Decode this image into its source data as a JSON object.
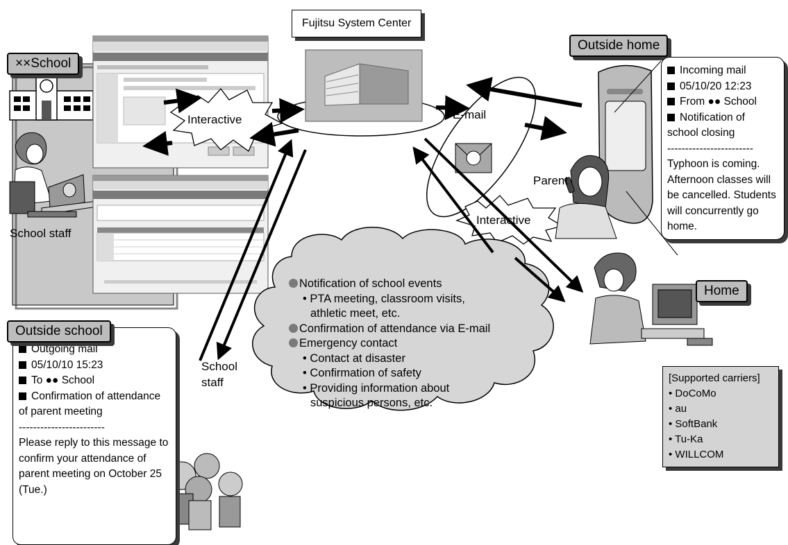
{
  "center": {
    "title": "Fujitsu System Center"
  },
  "school": {
    "label": "××School",
    "staff_label": "School staff"
  },
  "outside_school": {
    "label": "Outside school",
    "message": {
      "lines": [
        "Outgoing mail",
        "05/10/10 15:23",
        "To ●● School",
        "Confirmation of attendance of parent meeting"
      ],
      "separator": "------------------------",
      "body": "Please reply to this message to confirm your attendance of parent meeting on October 25 (Tue.)"
    }
  },
  "outside_home": {
    "label": "Outside home",
    "message": {
      "lines": [
        "Incoming mail",
        "05/10/20 12:23",
        "From ●● School",
        "Notification of school closing"
      ],
      "separator": "------------------------",
      "body": "Typhoon is coming. Afternoon classes will be cancelled. Students will concurrently go home."
    }
  },
  "home": {
    "label": "Home"
  },
  "labels": {
    "interactive_left": "Interactive",
    "interactive_right": "Interactive",
    "email": "E-mail",
    "parent": "Parent",
    "school_staff_line1": "School",
    "school_staff_line2": "staff"
  },
  "features": {
    "items": [
      {
        "title": "Notification of school events",
        "subs": [
          "PTA meeting, classroom visits,",
          "athletic meet, etc."
        ]
      },
      {
        "title": "Confirmation of attendance via E-mail",
        "subs": []
      },
      {
        "title": "Emergency contact",
        "subs": [
          "Contact at disaster",
          "Confirmation of safety",
          "Providing information about",
          "suspicious persons, etc."
        ]
      }
    ]
  },
  "carriers": {
    "title": "[Supported carriers]",
    "items": [
      "DoCoMo",
      "au",
      "SoftBank",
      "Tu-Ka",
      "WILLCOM"
    ]
  },
  "colors": {
    "label_bg": "#bdbdbd",
    "shadow": "#3a3a3a",
    "cloud": "#d6d6d6",
    "carrier_bg": "#d4d4d4"
  }
}
